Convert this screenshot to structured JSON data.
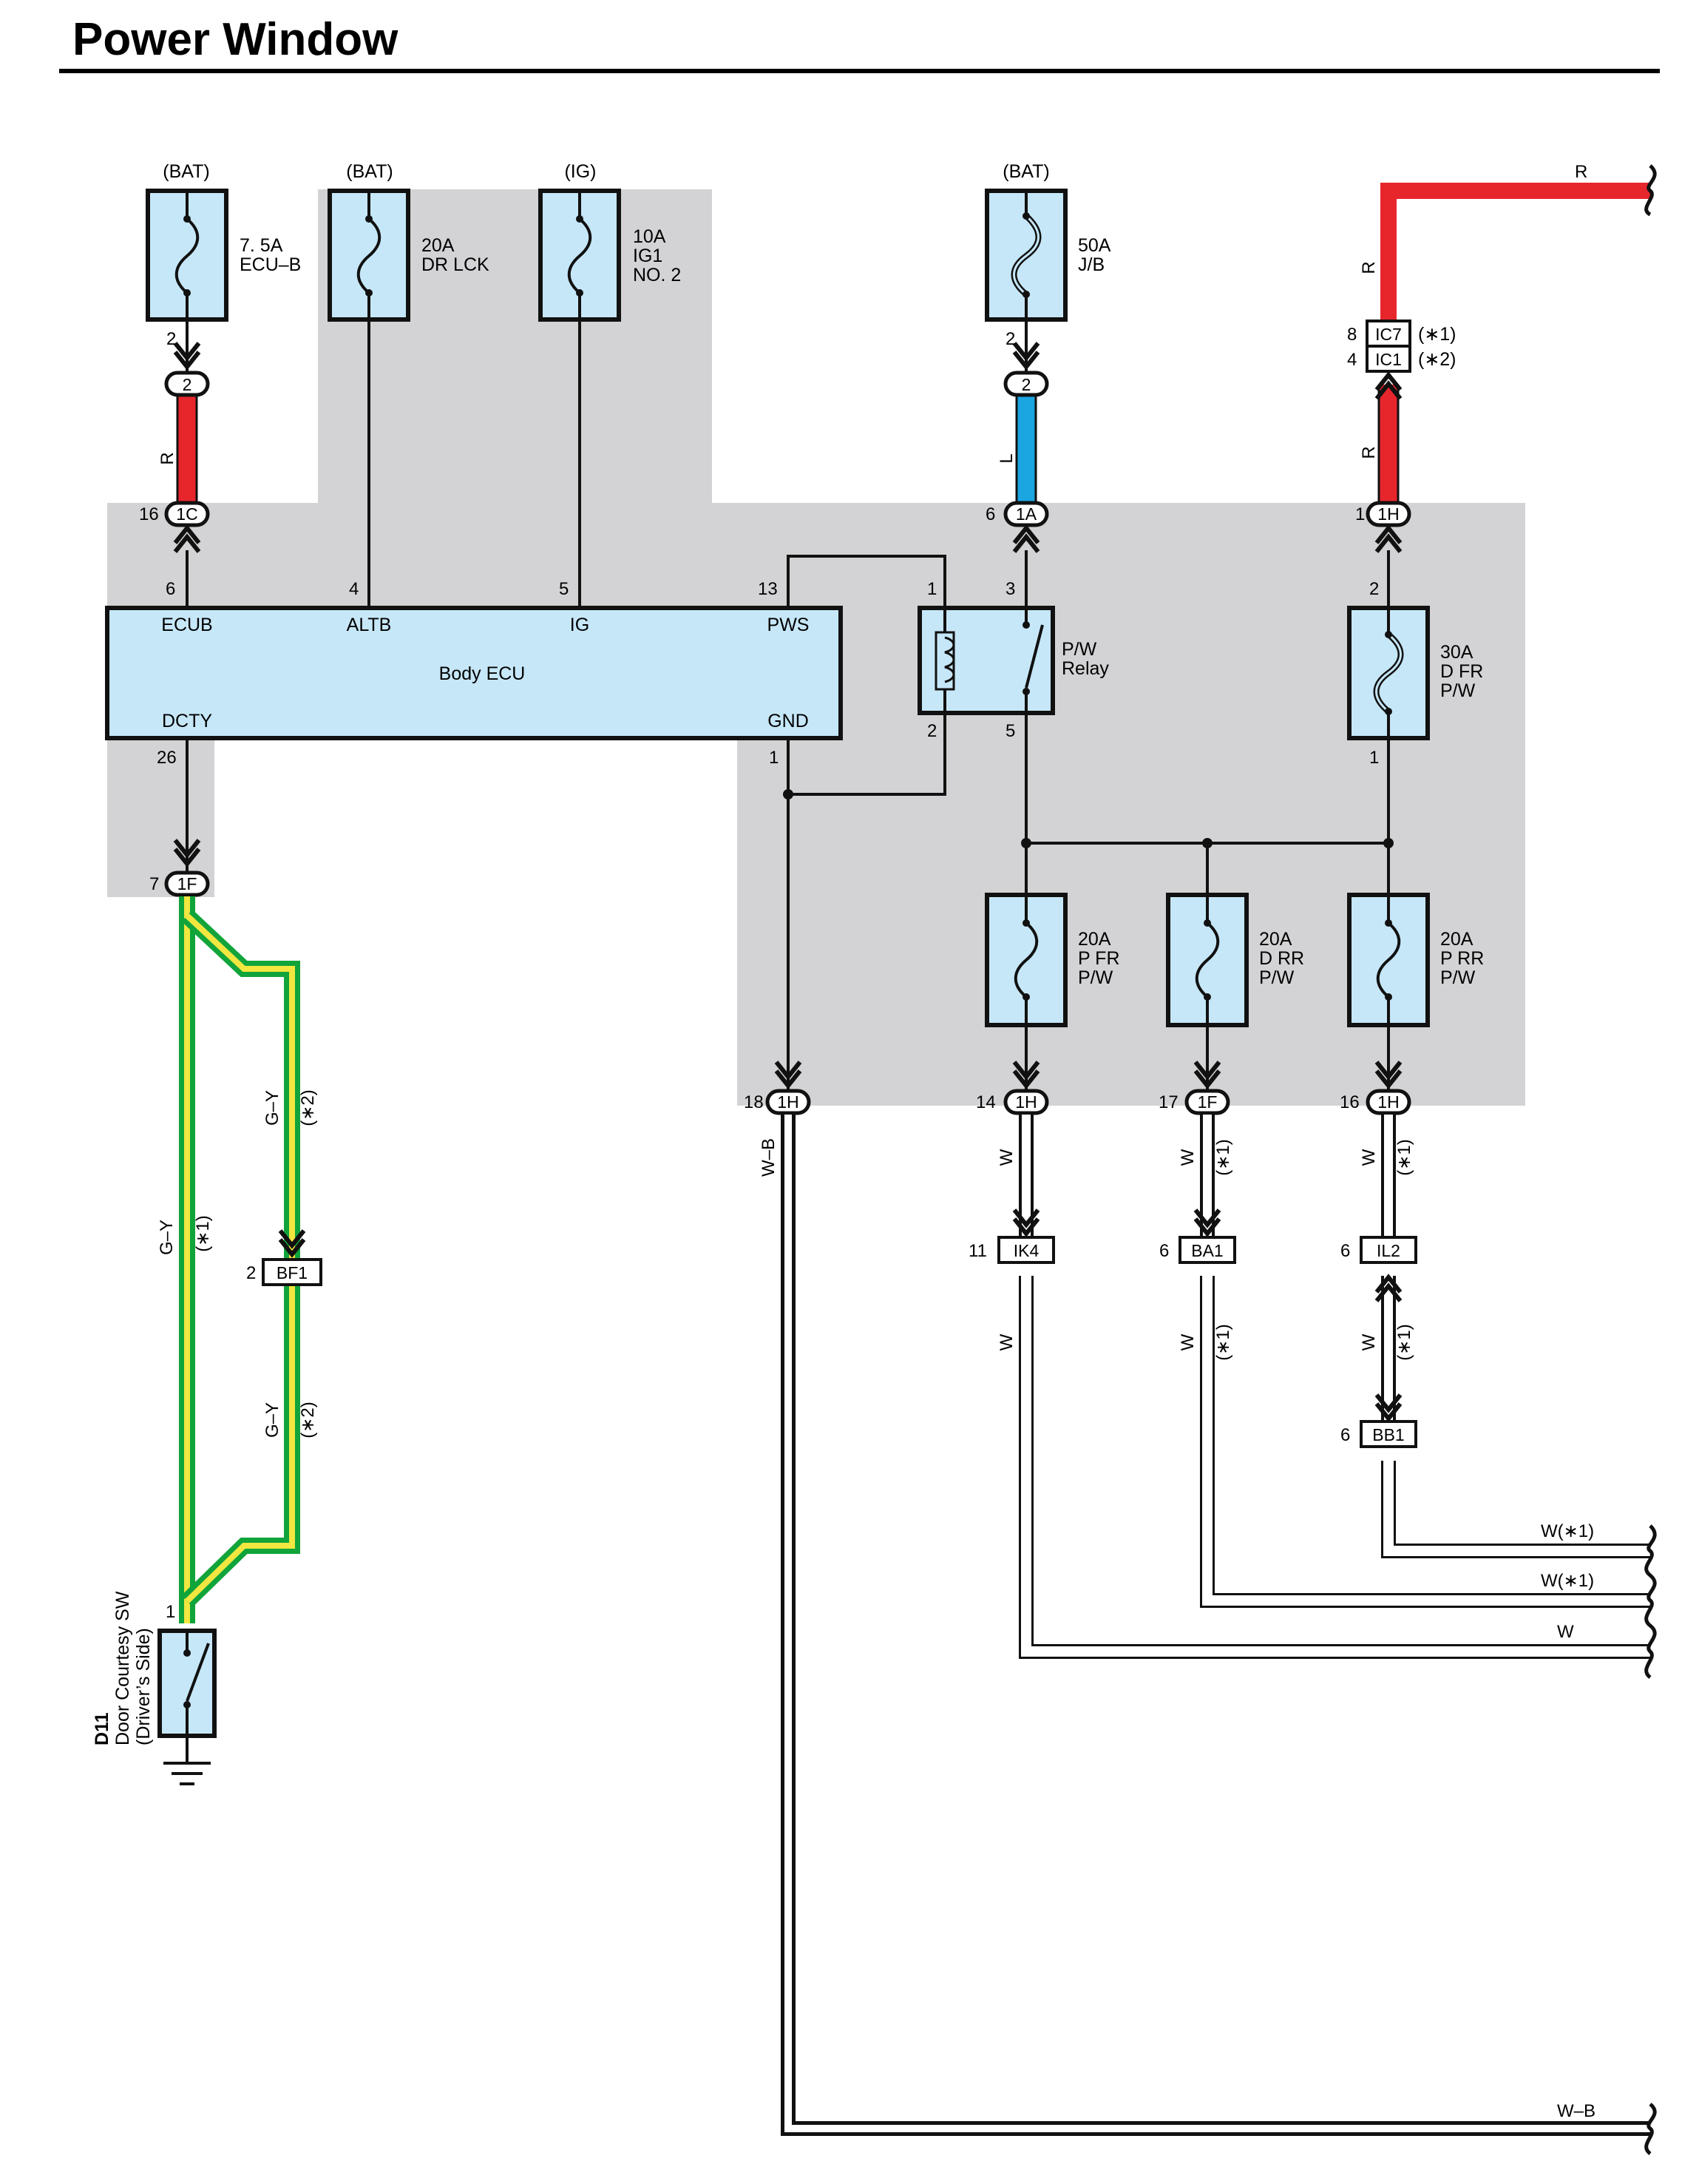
{
  "title": "Power Window",
  "colors": {
    "red": "#e7262c",
    "blue": "#1ba5e1",
    "green": "#10a43a",
    "yellow": "#f1e740",
    "shade": "#d3d3d5",
    "box": "#c6e7f8",
    "wire_white": "#ffffff",
    "ink": "#111111"
  },
  "fuses": {
    "ecu_b": {
      "source": "(BAT)",
      "rating": "7. 5A",
      "name": "ECU–B",
      "pin": "2"
    },
    "dr_lck": {
      "source": "(BAT)",
      "rating": "20A",
      "name": "DR LCK"
    },
    "ig1": {
      "source": "(IG)",
      "rating": "10A",
      "name": "IG1",
      "name2": "NO. 2"
    },
    "jb": {
      "source": "(BAT)",
      "rating": "50A",
      "name": "J/B",
      "pin": "2"
    },
    "d_fr_pw": {
      "rating": "30A",
      "name": "D FR",
      "name2": "P/W",
      "pin_in": "2",
      "pin_out": "1"
    },
    "p_fr_pw": {
      "rating": "20A",
      "name": "P FR",
      "name2": "P/W"
    },
    "d_rr_pw": {
      "rating": "20A",
      "name": "D RR",
      "name2": "P/W"
    },
    "p_rr_pw": {
      "rating": "20A",
      "name": "P RR",
      "name2": "P/W"
    }
  },
  "body_ecu": {
    "name": "Body ECU",
    "terminals": [
      {
        "label": "ECUB",
        "pin": "6"
      },
      {
        "label": "ALTB",
        "pin": "4"
      },
      {
        "label": "IG",
        "pin": "5"
      },
      {
        "label": "PWS",
        "pin": "13"
      },
      {
        "label": "DCTY",
        "pin": "26"
      },
      {
        "label": "GND",
        "pin": "1"
      }
    ]
  },
  "relay": {
    "name": "P/W",
    "name2": "Relay",
    "pins": [
      "1",
      "3",
      "2",
      "5"
    ]
  },
  "connectors": [
    {
      "id": "2",
      "pin": ""
    },
    {
      "id": "2",
      "pin": ""
    },
    {
      "id": "1C",
      "pin": "16"
    },
    {
      "id": "1A",
      "pin": "6"
    },
    {
      "id": "1H",
      "pin": "1"
    },
    {
      "id": "1F",
      "pin": "7"
    },
    {
      "id": "1H",
      "pin": "18"
    },
    {
      "id": "1H",
      "pin": "14"
    },
    {
      "id": "1F",
      "pin": "17"
    },
    {
      "id": "1H",
      "pin": "16"
    },
    {
      "id": "IC7",
      "pin": "8",
      "note": "(∗1)"
    },
    {
      "id": "IC1",
      "pin": "4",
      "note": "(∗2)"
    },
    {
      "id": "BF1",
      "pin": "2"
    },
    {
      "id": "IK4",
      "pin": "11"
    },
    {
      "id": "BA1",
      "pin": "6"
    },
    {
      "id": "IL2",
      "pin": "6"
    },
    {
      "id": "BB1",
      "pin": "6"
    }
  ],
  "wire_labels": {
    "r": "R",
    "l": "L",
    "gy": "G–Y",
    "w": "W",
    "wb": "W–B",
    "n1": "(∗1)",
    "n2": "(∗2)",
    "w_n1": "W(∗1)"
  },
  "switch": {
    "code": "D11",
    "name": "Door Courtesy SW",
    "name2": "(Driver’s Side)",
    "pin": "1"
  }
}
